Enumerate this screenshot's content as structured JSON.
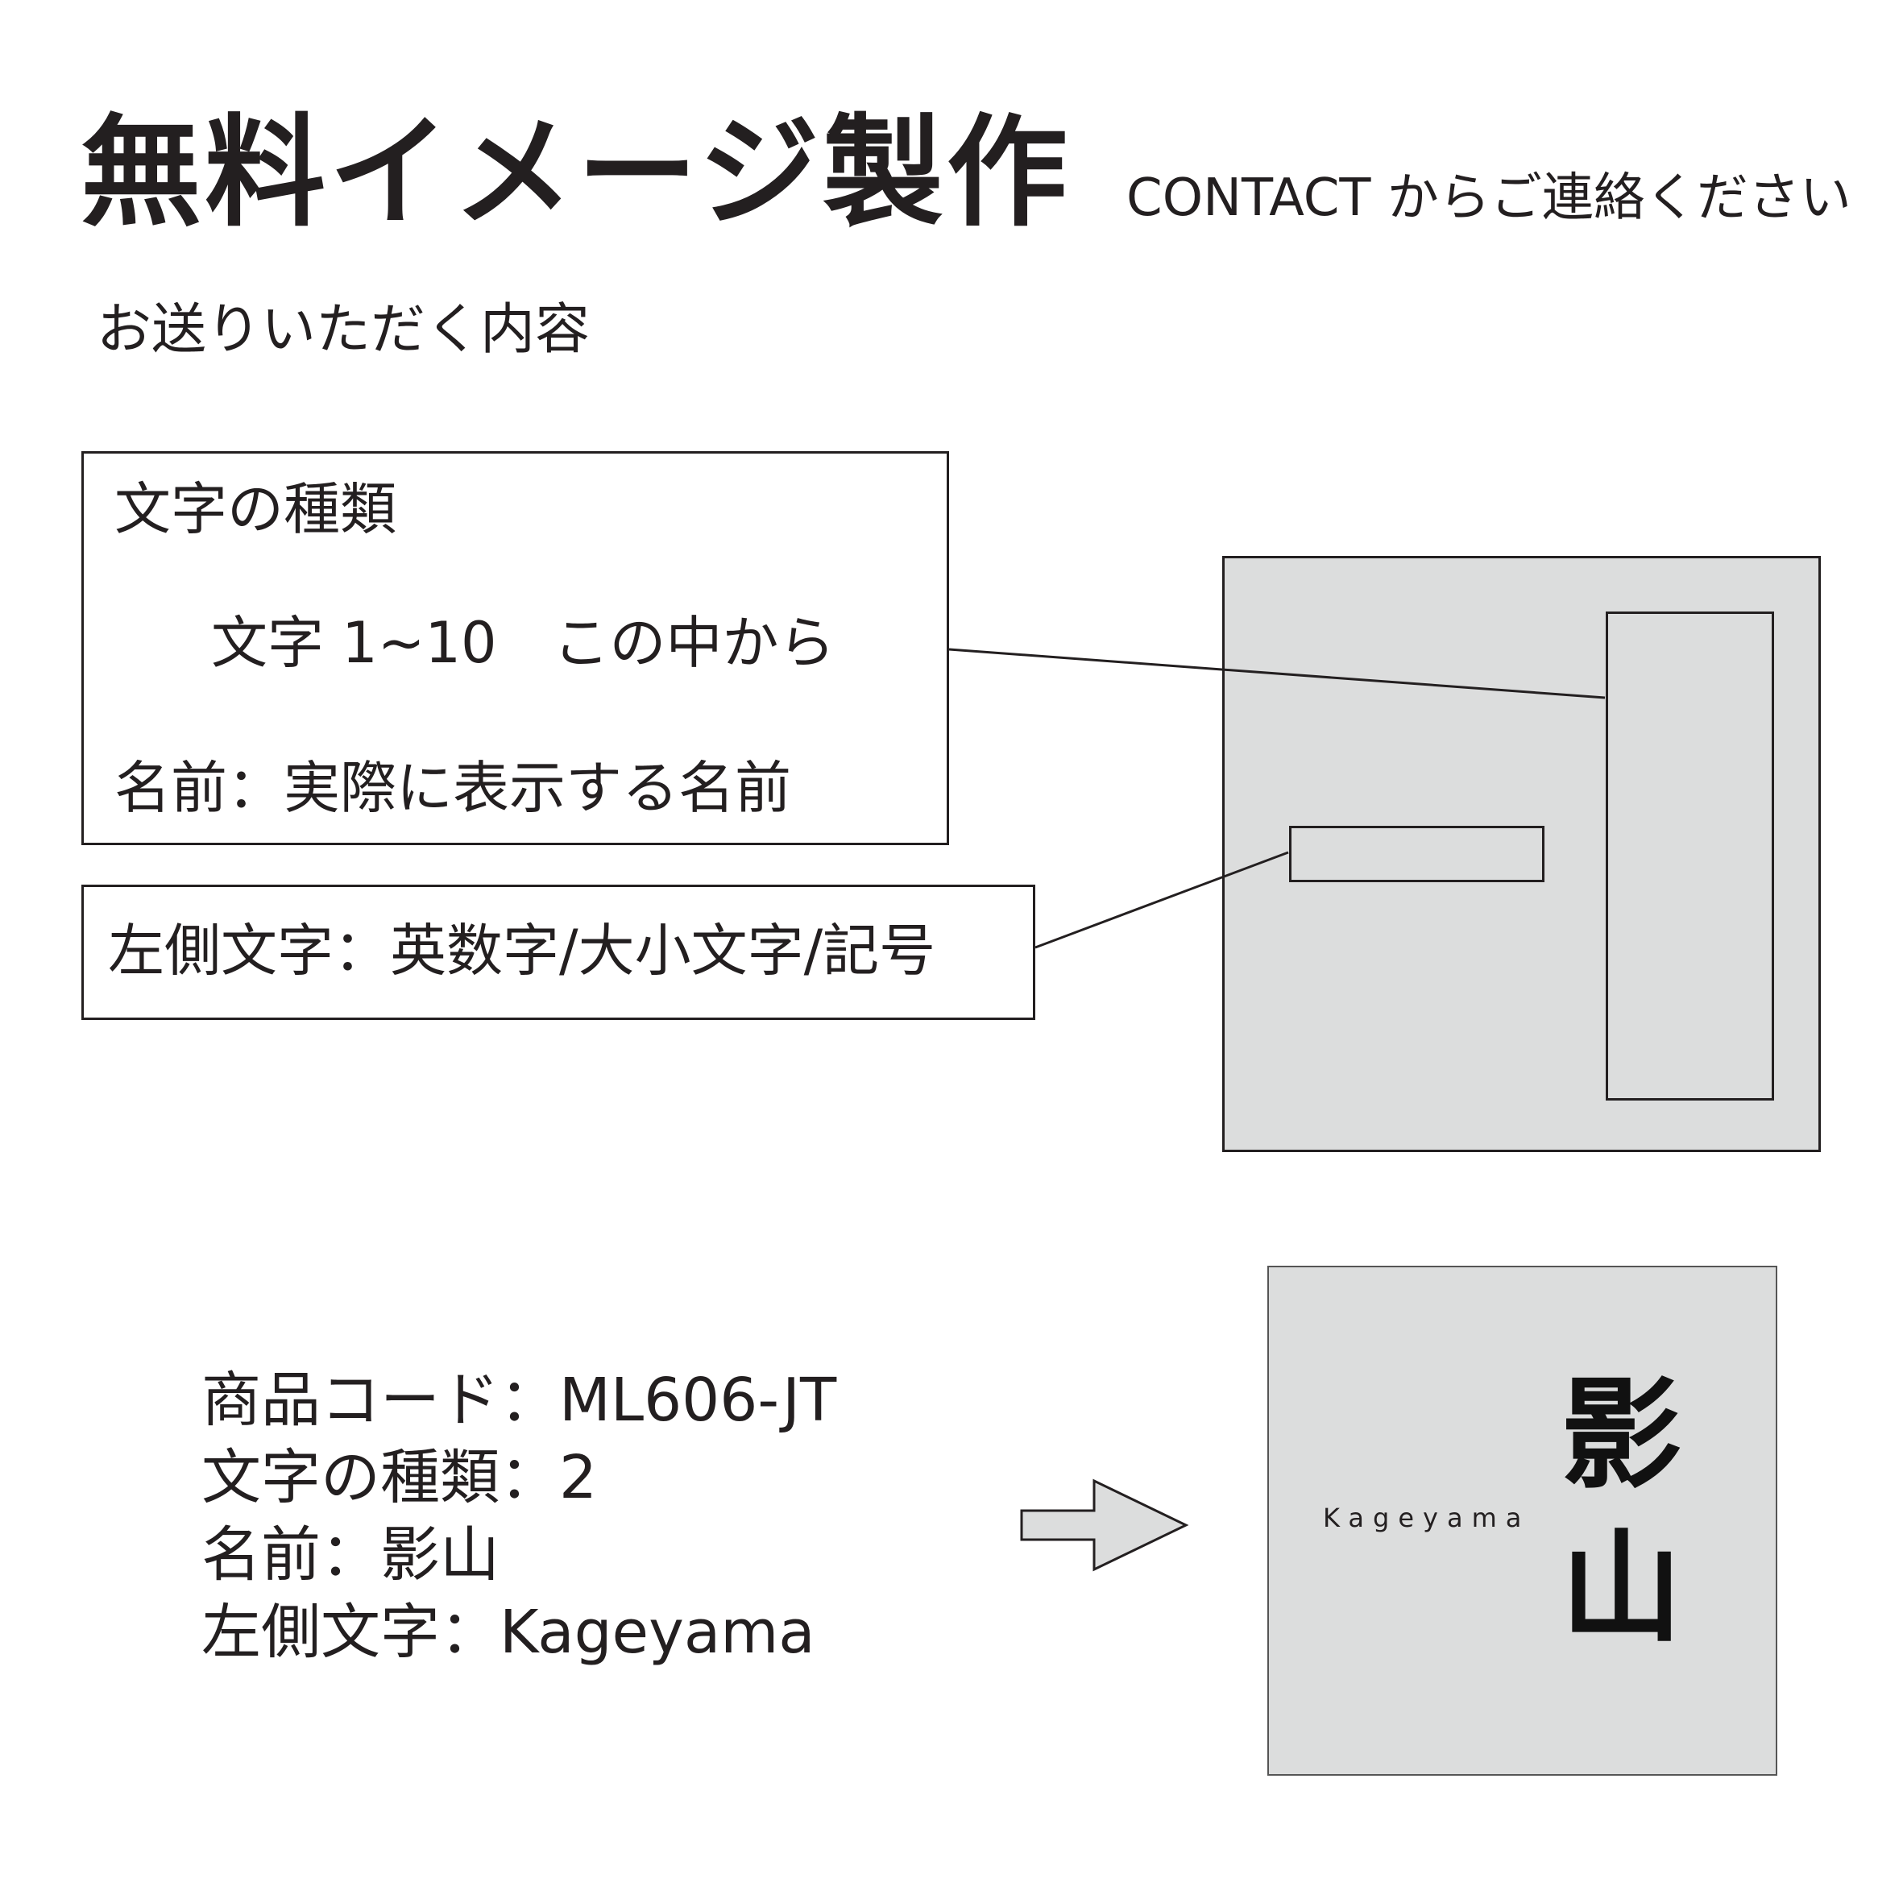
{
  "header": {
    "title": "無料イメージ製作",
    "note": "CONTACT からご連絡ください",
    "subtitle": "お送りいただく内容"
  },
  "fields": {
    "char_type_label": "文字の種類",
    "char_type_detail": "文字 1~10　この中から",
    "name_label": "名前：実際に表示する名前",
    "left_chars_label": "左側文字：英数字/大小文字/記号"
  },
  "example": {
    "product_code": "商品コード：ML606-JT",
    "char_type": "文字の種類：2",
    "name": "名前：影山",
    "left_chars": "左側文字：Kageyama"
  },
  "sample_plate": {
    "side_text": "Kageyama",
    "name_text": "影山"
  },
  "colors": {
    "text": "#231f20",
    "plate": "#dcdddd",
    "background": "#ffffff"
  }
}
